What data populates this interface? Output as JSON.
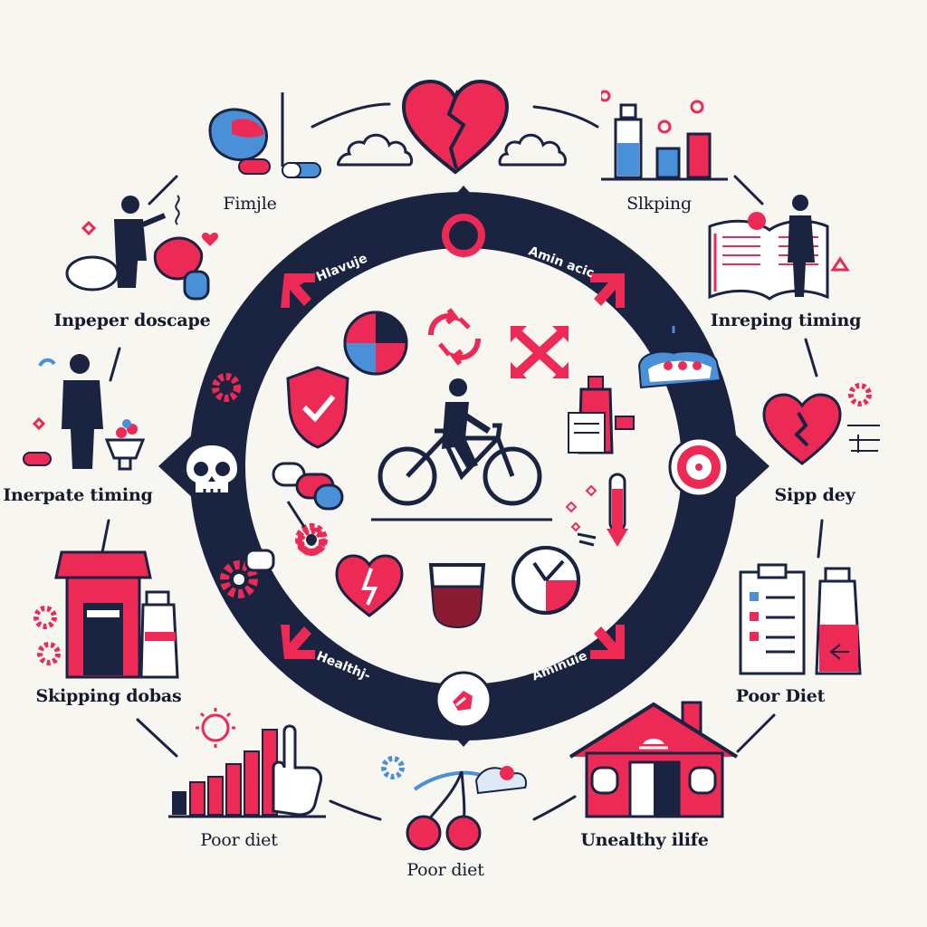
{
  "labels": {
    "top_left": "Fimjle",
    "top_right": "Slkping",
    "upper_left": "Inpeper doscape",
    "upper_right": "Inreping timing",
    "mid_left": "Inerpate timing",
    "mid_right": "Sipp dey",
    "lower_left": "Skipping dobas",
    "lower_right": "Poor Diet",
    "bottom_left": "Poor diet",
    "bottom_center": "Poor diet",
    "bottom_right": "Unealthy ilife"
  },
  "ring_labels": {
    "top_left": "Hlavuje",
    "top_right": "Amin acic",
    "bottom_left": "Healthj-",
    "bottom_right": "Aminuie"
  },
  "colors": {
    "navy": "#1a2340",
    "red": "#ec2a55",
    "blue": "#4a90d9",
    "background": "#f7f6f1"
  },
  "icons": [
    "broken-heart-icon",
    "cloud-icon",
    "pills-icon",
    "bottles-icon",
    "person-icon",
    "book-icon",
    "skull-icon",
    "bicycle-icon",
    "shield-check-icon",
    "pie-chart-icon",
    "recycle-icon",
    "clock-icon",
    "heart-pulse-icon",
    "glass-icon",
    "thermometer-icon",
    "gear-icon",
    "target-icon",
    "clipboard-icon",
    "house-icon",
    "cherries-icon",
    "bar-chart-icon"
  ]
}
